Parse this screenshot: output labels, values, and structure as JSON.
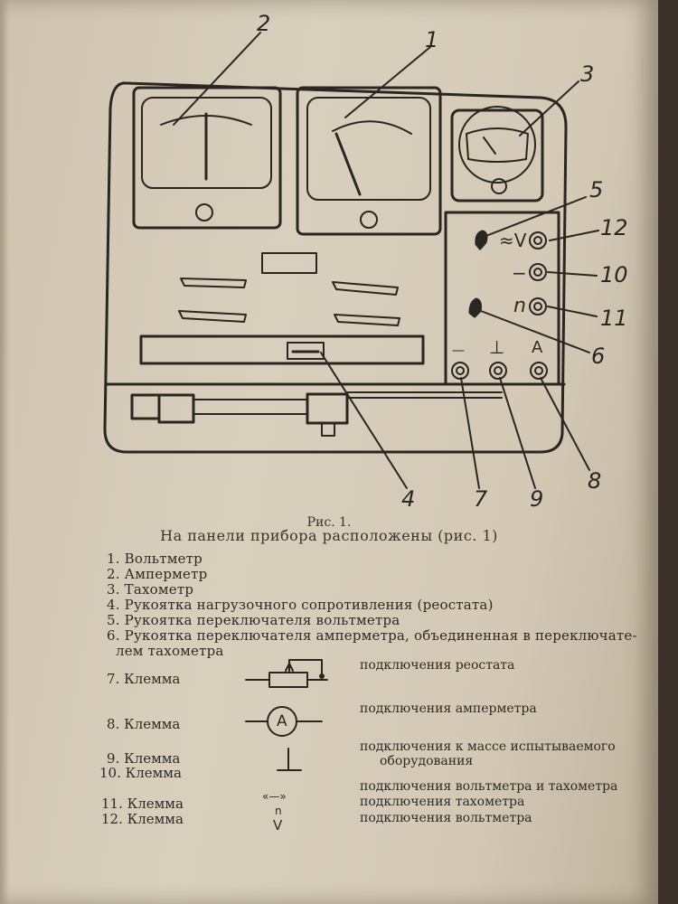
{
  "figure": {
    "callouts": [
      "2",
      "1",
      "3",
      "5",
      "12",
      "10",
      "11",
      "6",
      "4",
      "7",
      "9",
      "8"
    ],
    "panel_marks": {
      "v": "≈V",
      "minus": "−",
      "n": "n",
      "ground": "⊥",
      "dash": "—",
      "a": "A"
    }
  },
  "caption": {
    "fig_label": "Рис. 1.",
    "heading": "На панели прибора расположены (рис. 1)"
  },
  "items": [
    "1. Вольтметр",
    "2. Амперметр",
    "3. Тахометр",
    "4. Рукоятка нагрузочного сопротивления (реостата)",
    "5. Рукоятка переключателя вольтметра",
    "6. Рукоятка переключателя амперметра, объединенная в переключате-",
    "лем тахометра"
  ],
  "terminals": [
    {
      "label": "7. Клемма",
      "desc": "подключения реостата"
    },
    {
      "label": "8. Клемма",
      "desc": "подключения амперметра",
      "symbol": "A"
    },
    {
      "label": "9. Клемма",
      "desc": "подключения к массе испытываемого",
      "desc2": "оборудования"
    },
    {
      "label": "10. Клемма"
    },
    {
      "label": "11. Клемма",
      "desc": "подключения вольтметра и тахометра",
      "symbol": "«—»"
    },
    {
      "label": "12. Клемма",
      "desc": "подключения тахометра",
      "desc2": "подключения вольтметра",
      "symbol": "n",
      "symbol2": "V"
    }
  ]
}
